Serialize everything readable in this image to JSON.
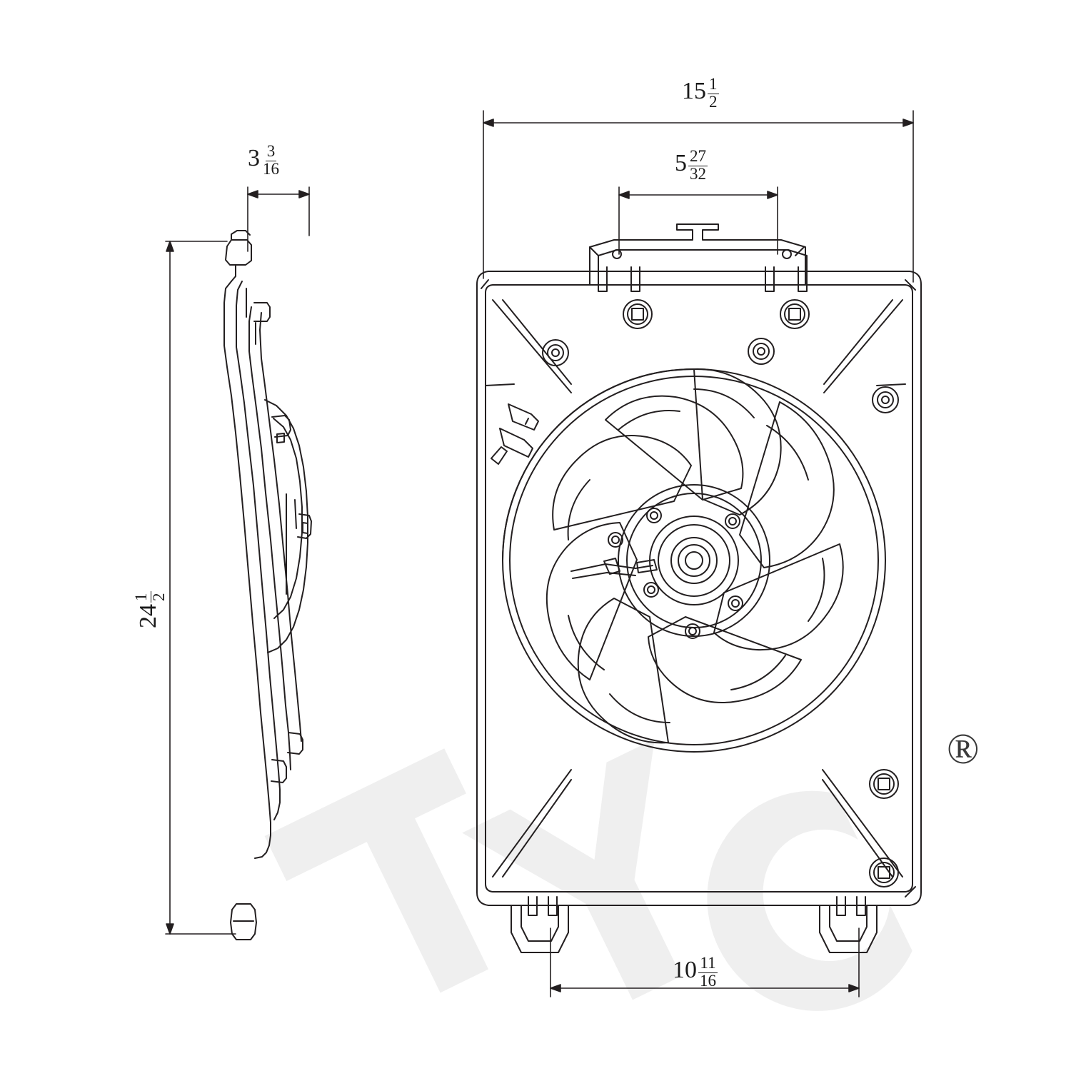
{
  "drawing": {
    "title": "radiator-cooling-fan-assembly-technical-drawing",
    "views": [
      {
        "name": "side-profile-view",
        "position": "left"
      },
      {
        "name": "front-face-view",
        "position": "right"
      }
    ],
    "line_color": "#231f20",
    "watermark_color": "#efefef"
  },
  "dimensions": {
    "side_thickness": {
      "whole": "3",
      "num": "3",
      "den": "16",
      "name": "side-thickness-dimension"
    },
    "overall_height": {
      "whole": "24",
      "num": "1",
      "den": "2",
      "name": "overall-height-dimension"
    },
    "overall_width": {
      "whole": "15",
      "num": "1",
      "den": "2",
      "name": "overall-width-dimension"
    },
    "top_bracket_spacing": {
      "whole": "5",
      "num": "27",
      "den": "32",
      "name": "top-bracket-spacing-dimension"
    },
    "bottom_bracket_spacing": {
      "whole": "10",
      "num": "11",
      "den": "16",
      "name": "bottom-bracket-spacing-dimension"
    }
  },
  "branding": {
    "watermark_text": "TYC",
    "registered_mark": "®"
  }
}
